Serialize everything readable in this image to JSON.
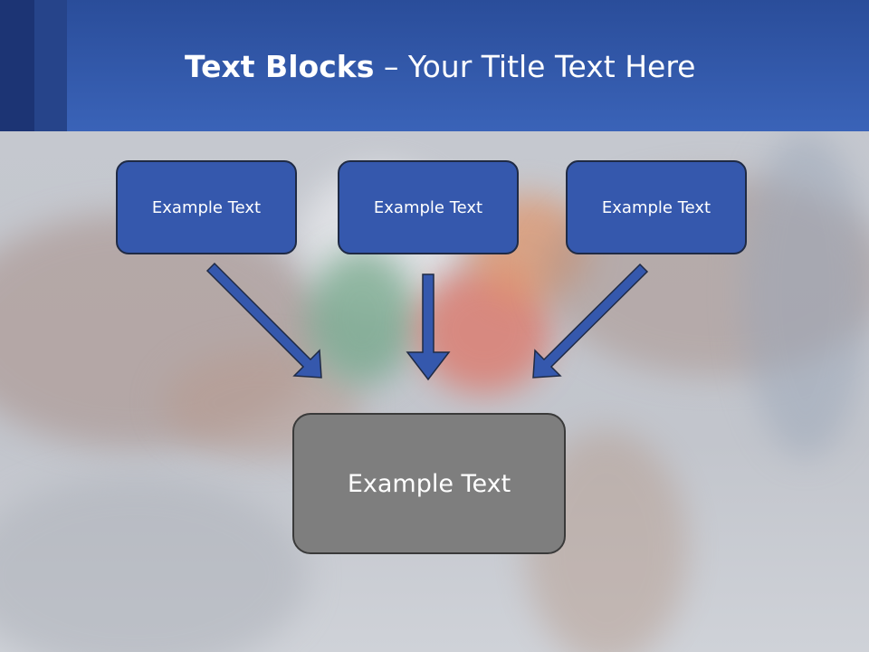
{
  "title": {
    "bold": "Text Blocks",
    "rest": " – Your Title Text Here"
  },
  "boxes": [
    {
      "label": "Example Text"
    },
    {
      "label": "Example Text"
    },
    {
      "label": "Example Text"
    }
  ],
  "bottom_box": {
    "label": "Example Text"
  },
  "colors": {
    "header": "#3a63b8",
    "box_fill": "#3558ad",
    "bottom_fill": "#7e7e7e",
    "arrow": "#3558ad"
  }
}
